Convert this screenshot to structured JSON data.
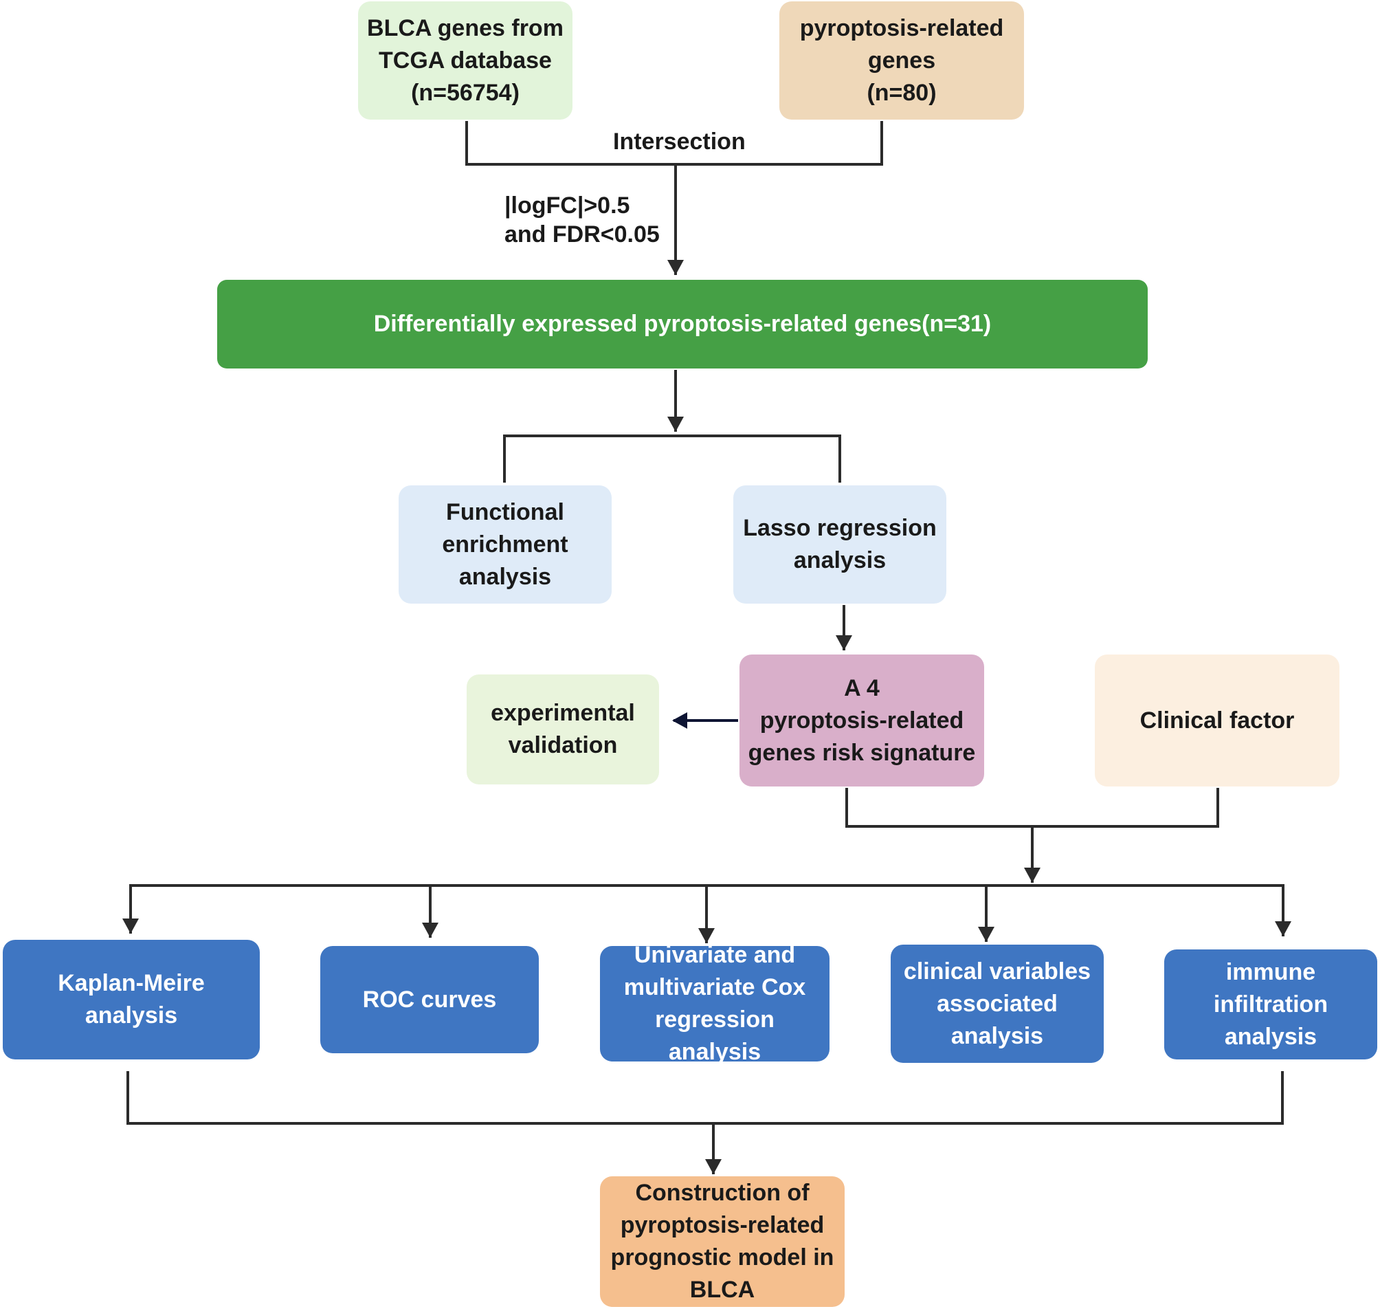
{
  "colors": {
    "line": "#2b2b2b",
    "arrow_navy": "#0d1433",
    "light_green": "#e2f4da",
    "tan": "#efd8b9",
    "green": "#45a045",
    "light_blue": "#dfebf8",
    "mauve": "#d9afca",
    "pale_green": "#e9f4dc",
    "cream": "#fcefe0",
    "blue": "#3f76c2",
    "orange": "#f5bf8e"
  },
  "nodes": {
    "tcga": "BLCA genes from\nTCGA database\n(n=56754)",
    "pyro": "pyroptosis-related\ngenes\n(n=80)",
    "degs": "Differentially expressed pyroptosis-related genes(n=31)",
    "func": "Functional\nenrichment\nanalysis",
    "lasso": "Lasso regression\nanalysis",
    "signature": "A 4\npyroptosis-related\ngenes risk  signature",
    "experimental": "experimental\nvalidation",
    "clinical": "Clinical factor",
    "km": "Kaplan-Meire\nanalysis",
    "roc": "ROC curves",
    "cox": "Univariate and\nmultivariate Cox\nregression analysis",
    "clinvar": "clinical variables\nassociated\nanalysis",
    "immune": "immune\ninfiltration\nanalysis",
    "model": "Construction of\npyroptosis-related\nprognostic model in\nBLCA"
  },
  "edge_labels": {
    "intersection": "Intersection",
    "filter": "|logFC|>0.5\nand FDR<0.05"
  }
}
